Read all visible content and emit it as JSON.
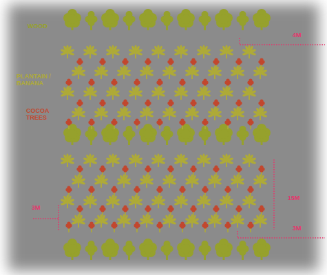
{
  "diagram": {
    "labels": [
      "WOOD",
      "PLANTAIN / BANANA",
      "COCOA TREES",
      "4M",
      "15M",
      "3M",
      "3M"
    ]
  }
}
